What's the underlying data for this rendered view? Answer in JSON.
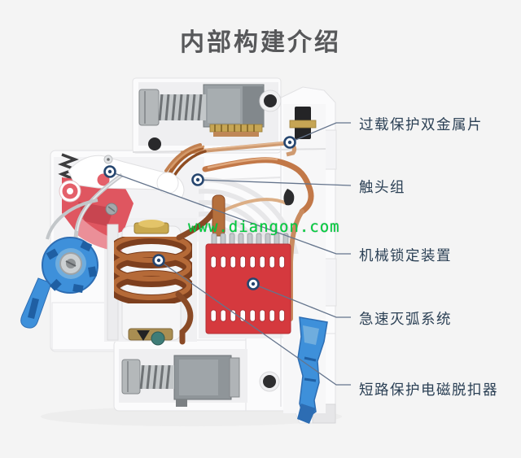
{
  "title": "内部构建介绍",
  "watermark": "www.diangon.com",
  "callouts": {
    "items": [
      {
        "label": "过载保护双金属片"
      },
      {
        "label": "触头组"
      },
      {
        "label": "机械锁定装置"
      },
      {
        "label": "急速灭弧系统"
      },
      {
        "label": "短路保护电磁脱扣器"
      }
    ]
  },
  "colors": {
    "background": "#f4f4f4",
    "title_text": "#57585a",
    "label_text": "#2b4055",
    "callout_line": "#64748c",
    "callout_dot": "#26466f",
    "watermark_green": "#00cf3f",
    "arc_chute_red": "#d5393e",
    "latch_red": "#df5660",
    "toggle_blue": "#3e90da",
    "copper": "#b06a3b",
    "plastic_white": "#fbfbfc"
  }
}
